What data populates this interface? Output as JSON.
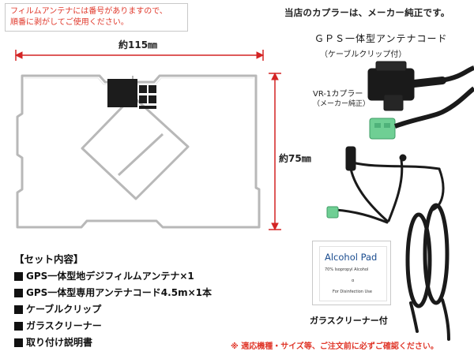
{
  "notice": {
    "line1": "フィルムアンテナには番号がありますので、",
    "line2": "順番に剥がしてご使用ください。"
  },
  "top_right": "当店のカプラーは、メーカー純正です。",
  "product": {
    "title": "ＧＰＳ一体型アンテナコード",
    "subtitle": "（ケーブルクリップ付）",
    "coupler": "VR-1カプラー",
    "coupler_sub": "（メーカー純正）"
  },
  "dimensions": {
    "width_label": "約115㎜",
    "height_label": "約75㎜"
  },
  "set": {
    "title": "【セット内容】",
    "items": [
      "GPS一体型地デジフィルムアンテナ×1",
      "GPS一体型専用アンテナコード4.5m×1本",
      "ケーブルクリップ",
      "ガラスクリーナー",
      "取り付け説明書"
    ]
  },
  "alcohol_pad": {
    "title": "Alcohol Pad",
    "line1": "70% Isopropyl Alcohol",
    "line2": "α",
    "line3": "For Disinfection Use"
  },
  "glass_cleaner_label": "ガラスクリーナー付",
  "warning": "※ 適応機種・サイズ等、ご注文前に必ずご確認ください。",
  "colors": {
    "accent_red": "#e0382b",
    "arrow_red": "#d42424",
    "connector_green": "#6fcf94",
    "cable_black": "#1a1a1a"
  }
}
